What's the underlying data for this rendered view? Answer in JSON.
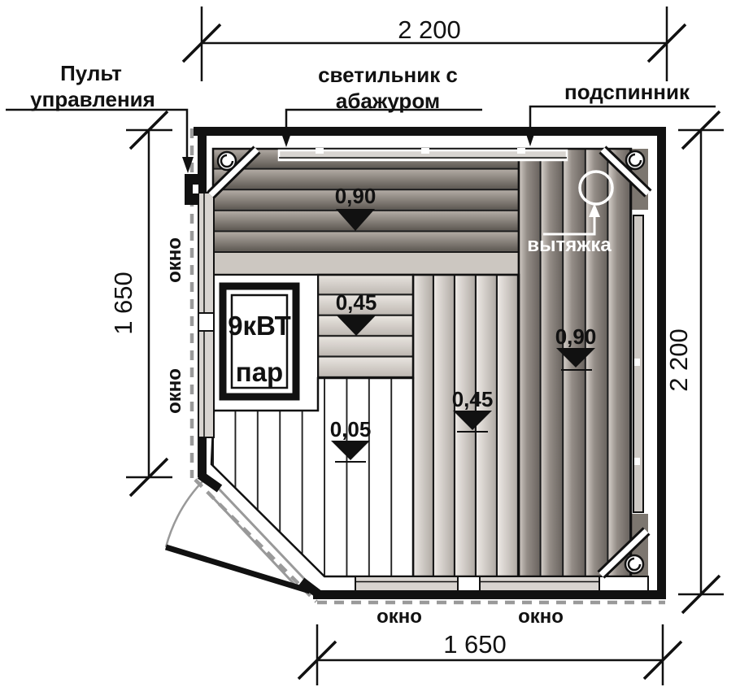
{
  "drawing": {
    "type": "sauna-floor-plan",
    "dimensions": {
      "top": "2 200",
      "left": "1 650",
      "right": "2 200",
      "bottom": "1 650"
    },
    "labels": {
      "control_panel": [
        "Пульт",
        "управления"
      ],
      "lamp": [
        "светильник с",
        "абажуром"
      ],
      "backrest": "подспинник",
      "exhaust": "вытяжка",
      "heater": [
        "9кВТ",
        "пар"
      ],
      "windows": [
        "окно",
        "окно",
        "окно",
        "окно"
      ]
    },
    "levels": {
      "bench_top": "0,90",
      "bench_right": "0,90",
      "step": "0,45",
      "bench_middle": "0,45",
      "floor": "0,05"
    },
    "colors": {
      "line": "#111111",
      "plank_dark": "#6e6862",
      "plank_light": "#d8d4d0",
      "dashed": "#9a9a9a"
    }
  }
}
